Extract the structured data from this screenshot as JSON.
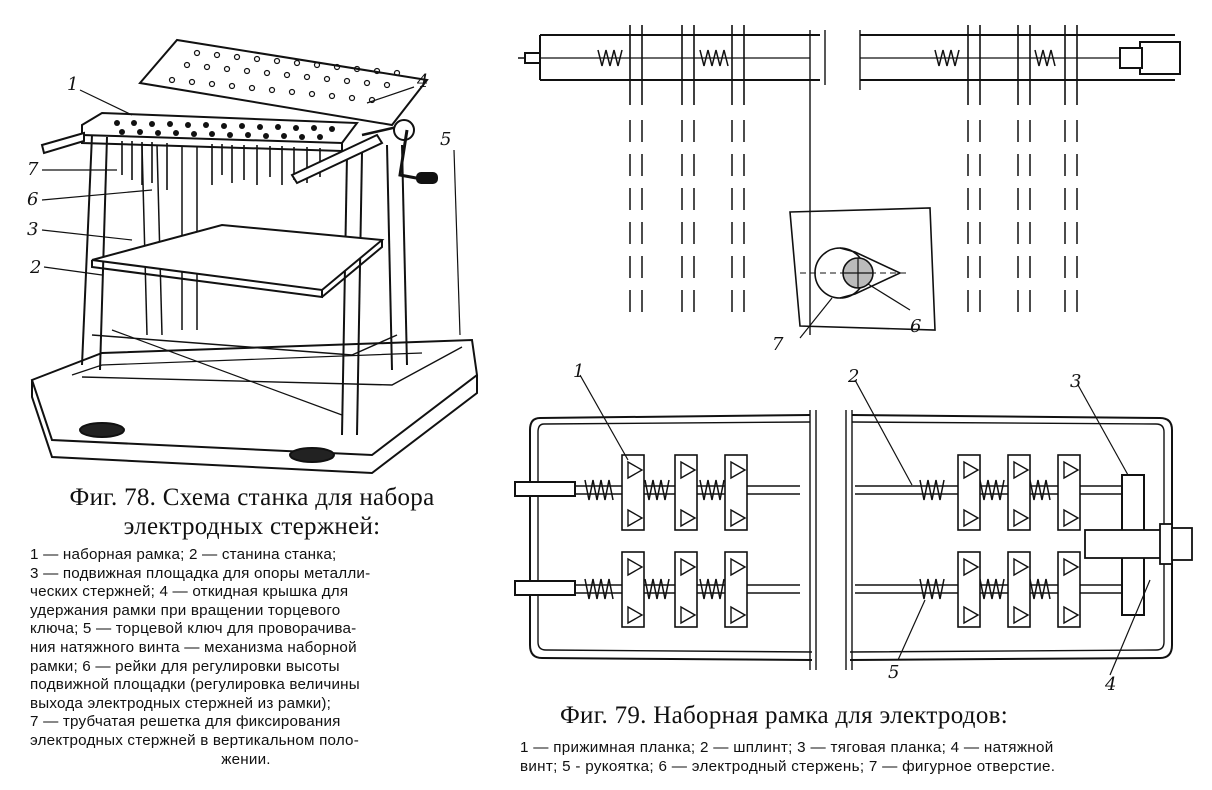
{
  "fig78": {
    "title_line1": "Фиг. 78. Схема станка для набора",
    "title_line2": "электродных стержней:",
    "labels": [
      "1",
      "2",
      "3",
      "4",
      "5",
      "6",
      "7"
    ],
    "legend_lines": [
      "1 — наборная рамка; 2 — станина станка;",
      "3 — подвижная площадка для опоры металли-",
      "ческих стержней; 4 — откидная крышка для",
      "удержания рамки при вращении торцевого",
      "ключа; 5 — торцевой ключ для проворачива-",
      "ния натяжного винта — механизма наборной",
      "рамки; 6 — рейки для регулировки высоты",
      "подвижной площадки (регулировка величины",
      "выхода электродных стержней из рамки);",
      "7 — трубчатая решетка для фиксирования",
      "электродных стержней в вертикальном поло-",
      "жении."
    ]
  },
  "fig79": {
    "title": "Фиг. 79. Наборная рамка для электродов:",
    "labels": [
      "1",
      "2",
      "3",
      "4",
      "5",
      "6",
      "7"
    ],
    "legend_lines": [
      "1 — прижимная планка; 2 — шплинт; 3 — тяговая планка; 4 — натяжной",
      "винт; 5 - рукоятка; 6 — электродный стержень; 7 — фигурное отверстие."
    ]
  }
}
